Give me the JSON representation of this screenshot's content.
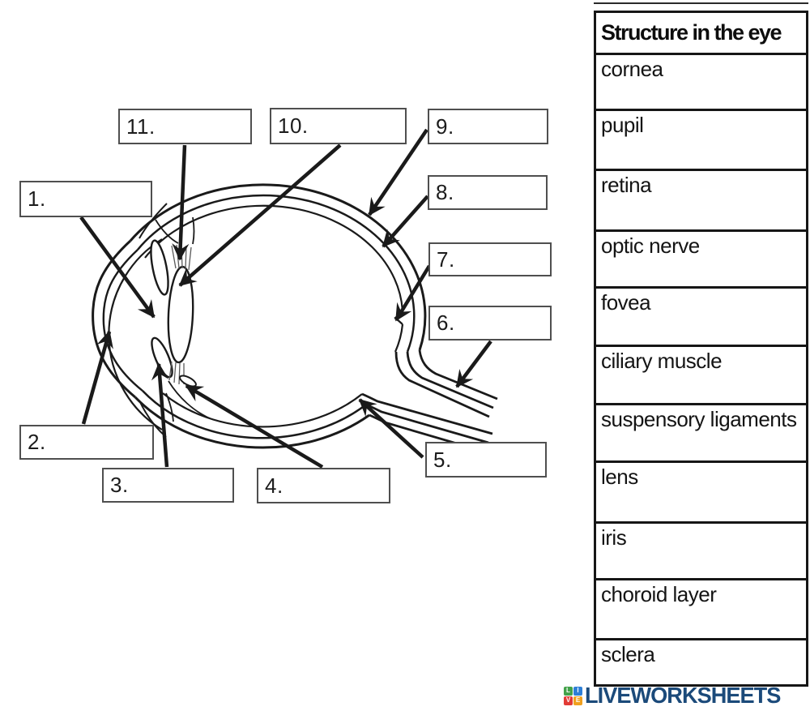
{
  "diagram": {
    "title": "eye cross-section labeling diagram",
    "answer_boxes": [
      {
        "label": "1."
      },
      {
        "label": "2."
      },
      {
        "label": "3."
      },
      {
        "label": "4."
      },
      {
        "label": "5."
      },
      {
        "label": "6."
      },
      {
        "label": "7."
      },
      {
        "label": "8."
      },
      {
        "label": "9."
      },
      {
        "label": "10."
      },
      {
        "label": "11."
      }
    ]
  },
  "table": {
    "header": "Structure in the eye",
    "rows": [
      "cornea",
      "pupil",
      "retina",
      "optic nerve",
      "fovea",
      "ciliary muscle",
      "suspensory ligaments",
      "lens",
      "iris",
      "choroid layer",
      "sclera"
    ]
  },
  "logo": {
    "text": "LIVEWORKSHEETS",
    "text_color": "#1b4a7a",
    "tiles": [
      {
        "letter": "L",
        "color": "#43a24a"
      },
      {
        "letter": "I",
        "color": "#2e7fd6"
      },
      {
        "letter": "V",
        "color": "#e23b36"
      },
      {
        "letter": "E",
        "color": "#f0a01e"
      }
    ]
  },
  "colors": {
    "line": "#1a1a1a",
    "box_border": "#4f4f4f",
    "table_border": "#161616"
  }
}
